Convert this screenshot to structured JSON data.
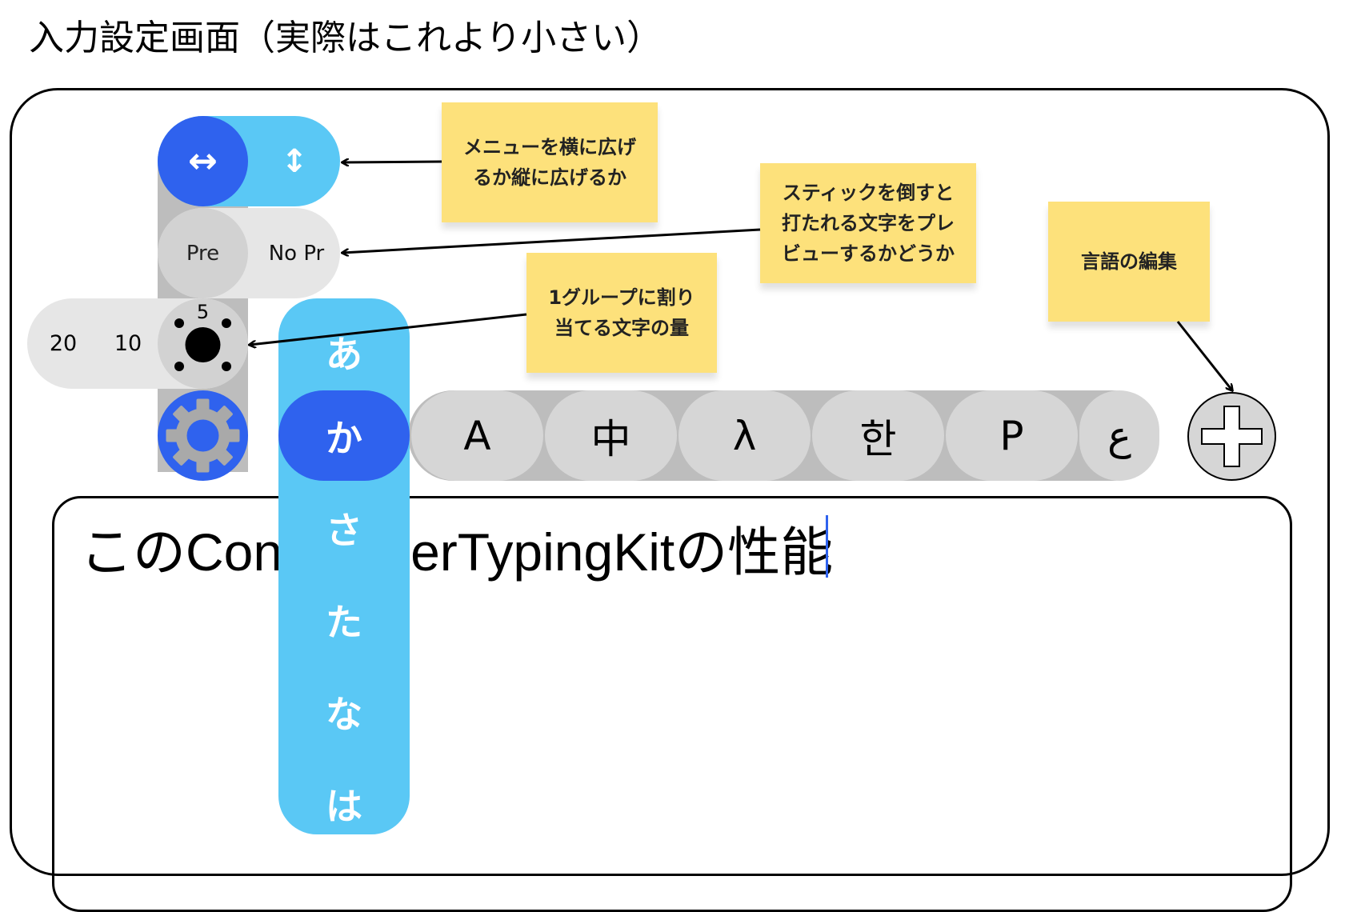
{
  "title": "入力設定画面（実際はこれより小さい）",
  "menu": {
    "orientation_horizontal_icon": "↔",
    "orientation_vertical_icon": "↕",
    "preview_on_label": "Pre",
    "preview_off_label": "No Pr",
    "count_options": [
      "20",
      "10",
      "5"
    ],
    "settings_icon": "gear-icon"
  },
  "languages": [
    "A",
    "中",
    "λ",
    "한",
    "P",
    "ع"
  ],
  "add_language_icon": "plus-icon",
  "kana": [
    "あ",
    "か",
    "さ",
    "た",
    "な",
    "は"
  ],
  "text_area": {
    "text_before": "このCon",
    "text_after": "erTypingKitの性能"
  },
  "notes": [
    {
      "line1": "メニューを横に広げ",
      "line2": "るか縦に広げるか"
    },
    {
      "line1": "スティックを倒すと",
      "line2": "打たれる文字をプレ",
      "line3": "ビューするかどうか"
    },
    {
      "line1": "言語の編集"
    },
    {
      "line1": "1グループに割り",
      "line2": "当てる文字の量"
    }
  ],
  "colors": {
    "accent_blue": "#2f62ee",
    "light_blue": "#5ac8f5",
    "sticky_note": "#fde17b",
    "pill_gray": "#d6d6d6"
  }
}
